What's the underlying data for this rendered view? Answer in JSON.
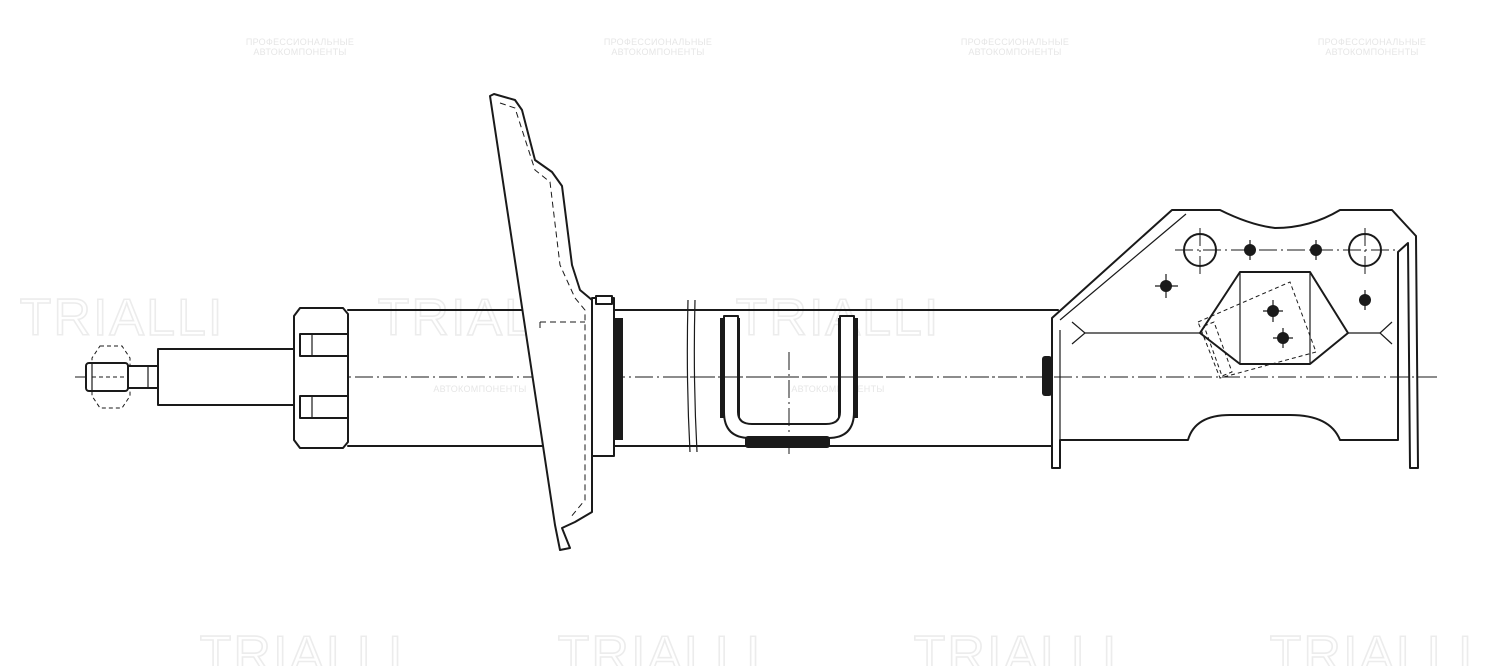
{
  "watermark": {
    "brand": "TRIALLI",
    "line1": "ПРОФЕССИОНАЛЬНЫЕ",
    "line2": "АВТОКОМПОНЕНТЫ"
  },
  "drawing": {
    "colors": {
      "line": "#1a1a1a",
      "background": "#ffffff",
      "watermark": "#e6e6e6"
    }
  }
}
